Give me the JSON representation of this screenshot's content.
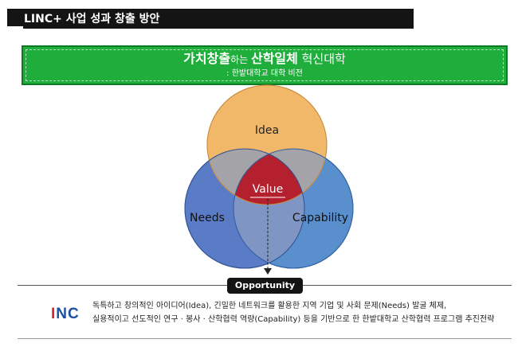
{
  "title": "LINC+ 사업 성과 창출 방안",
  "vision": {
    "part1": "가치창출",
    "part2": "하는 ",
    "part3": "산학일체",
    "part4": " 혁신대학",
    "subtitle": ": 한밭대학교 대학 비전"
  },
  "venn": {
    "idea": "Idea",
    "needs": "Needs",
    "capability": "Capability",
    "value": "Value"
  },
  "opportunity": "Opportunity",
  "logo": {
    "part1": "I",
    "part2": "NC"
  },
  "description": {
    "line1": "독특하고 창의적인 아이디어(Idea), 긴밀한 네트워크를 활용한 지역 기업 및 사회 문제(Needs) 발굴 체제,",
    "line2": "실용적이고 선도적인 연구 · 봉사 · 산학협력 역량(Capability) 등을 기반으로 한 한밭대학교 산학협력 프로그램 추진전략"
  },
  "colors": {
    "vision_green": "#1fae3c",
    "idea_orange": "#f2b86a",
    "needs_blue": "#5a7cc6",
    "capability_blue": "#5a8fce",
    "overlap_gray": "#a3a3a8",
    "value_red": "#b5202e"
  }
}
